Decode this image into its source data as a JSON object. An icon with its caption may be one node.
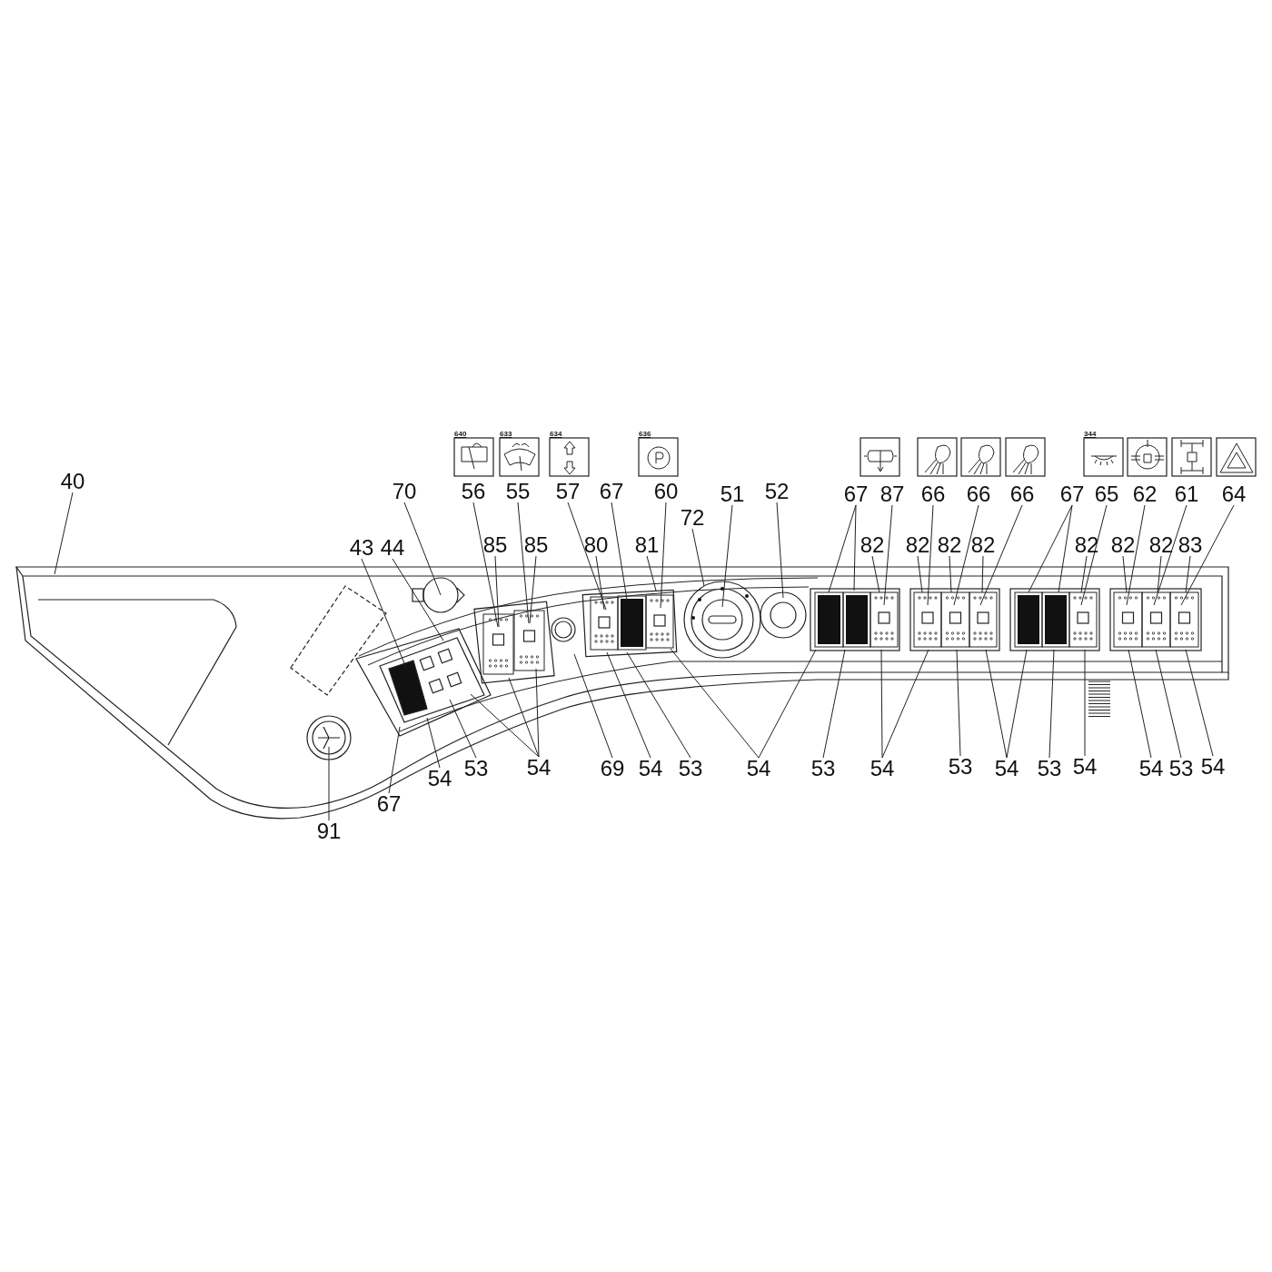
{
  "diagram": {
    "nodes": [
      {
        "text": [
          "40"
        ]
      },
      {
        "text": [
          "70"
        ]
      },
      {
        "text": [
          "56"
        ]
      },
      {
        "text": [
          "55"
        ]
      },
      {
        "text": [
          "57"
        ]
      },
      {
        "text": [
          "67"
        ]
      },
      {
        "text": [
          "60"
        ]
      },
      {
        "text": [
          "51"
        ]
      },
      {
        "text": [
          "52"
        ]
      },
      {
        "text": [
          "67"
        ]
      },
      {
        "text": [
          "87"
        ]
      },
      {
        "text": [
          "66"
        ]
      },
      {
        "text": [
          "66"
        ]
      },
      {
        "text": [
          "66"
        ]
      },
      {
        "text": [
          "67"
        ]
      },
      {
        "text": [
          "65"
        ]
      },
      {
        "text": [
          "62"
        ]
      },
      {
        "text": [
          "61"
        ]
      },
      {
        "text": [
          "64"
        ]
      },
      {
        "text": [
          "72"
        ]
      },
      {
        "text": [
          "43"
        ]
      },
      {
        "text": [
          "44"
        ]
      },
      {
        "text": [
          "85"
        ]
      },
      {
        "text": [
          "85"
        ]
      },
      {
        "text": [
          "80"
        ]
      },
      {
        "text": [
          "81"
        ]
      },
      {
        "text": [
          "82"
        ]
      },
      {
        "text": [
          "82"
        ]
      },
      {
        "text": [
          "82"
        ]
      },
      {
        "text": [
          "82"
        ]
      },
      {
        "text": [
          "82"
        ]
      },
      {
        "text": [
          "82"
        ]
      },
      {
        "text": [
          "82"
        ]
      },
      {
        "text": [
          "83"
        ]
      },
      {
        "text": [
          "54"
        ]
      },
      {
        "text": [
          "53"
        ]
      },
      {
        "text": [
          "54"
        ]
      },
      {
        "text": [
          "69"
        ]
      },
      {
        "text": [
          "54"
        ]
      },
      {
        "text": [
          "53"
        ]
      },
      {
        "text": [
          "54"
        ]
      },
      {
        "text": [
          "53"
        ]
      },
      {
        "text": [
          "54"
        ]
      },
      {
        "text": [
          "53"
        ]
      },
      {
        "text": [
          "54"
        ]
      },
      {
        "text": [
          "53"
        ]
      },
      {
        "text": [
          "54"
        ]
      },
      {
        "text": [
          "54"
        ]
      },
      {
        "text": [
          "53"
        ]
      },
      {
        "text": [
          "54"
        ]
      },
      {
        "text": [
          "67"
        ]
      },
      {
        "text": [
          "91"
        ]
      }
    ],
    "edges": [
      {
        "from": 0,
        "to": null,
        "arrow": "none"
      },
      {
        "from": 1,
        "to": null,
        "arrow": "none"
      },
      {
        "from": 2,
        "to": null,
        "arrow": "none"
      },
      {
        "from": 3,
        "to": null,
        "arrow": "none"
      },
      {
        "from": 4,
        "to": null,
        "arrow": "none"
      },
      {
        "from": 5,
        "to": null,
        "arrow": "none"
      },
      {
        "from": 6,
        "to": null,
        "arrow": "none"
      },
      {
        "from": 7,
        "to": null,
        "arrow": "none"
      },
      {
        "from": 8,
        "to": null,
        "arrow": "none"
      },
      {
        "from": 9,
        "to": null,
        "arrow": "none"
      },
      {
        "from": 9,
        "to": null,
        "arrow": "none"
      },
      {
        "from": 10,
        "to": null,
        "arrow": "none"
      },
      {
        "from": 11,
        "to": null,
        "arrow": "none"
      },
      {
        "from": 12,
        "to": null,
        "arrow": "none"
      },
      {
        "from": 13,
        "to": null,
        "arrow": "none"
      },
      {
        "from": 14,
        "to": null,
        "arrow": "none"
      },
      {
        "from": 14,
        "to": null,
        "arrow": "none"
      },
      {
        "from": 15,
        "to": null,
        "arrow": "none"
      },
      {
        "from": 16,
        "to": null,
        "arrow": "none"
      },
      {
        "from": 17,
        "to": null,
        "arrow": "none"
      },
      {
        "from": 18,
        "to": null,
        "arrow": "none"
      },
      {
        "from": 19,
        "to": null,
        "arrow": "none"
      },
      {
        "from": 20,
        "to": null,
        "arrow": "none"
      },
      {
        "from": 21,
        "to": null,
        "arrow": "none"
      },
      {
        "from": 22,
        "to": null,
        "arrow": "none"
      },
      {
        "from": 23,
        "to": null,
        "arrow": "none"
      },
      {
        "from": 24,
        "to": null,
        "arrow": "none"
      },
      {
        "from": 25,
        "to": null,
        "arrow": "none"
      },
      {
        "from": 26,
        "to": null,
        "arrow": "none"
      },
      {
        "from": 27,
        "to": null,
        "arrow": "none"
      },
      {
        "from": 28,
        "to": null,
        "arrow": "none"
      },
      {
        "from": 29,
        "to": null,
        "arrow": "none"
      },
      {
        "from": 30,
        "to": null,
        "arrow": "none"
      },
      {
        "from": 31,
        "to": null,
        "arrow": "none"
      },
      {
        "from": 32,
        "to": null,
        "arrow": "none"
      },
      {
        "from": 33,
        "to": null,
        "arrow": "none"
      },
      {
        "from": 34,
        "to": null,
        "arrow": "none"
      },
      {
        "from": 35,
        "to": null,
        "arrow": "none"
      },
      {
        "from": 36,
        "to": null,
        "arrow": "none"
      },
      {
        "from": 36,
        "to": null,
        "arrow": "none"
      },
      {
        "from": 36,
        "to": null,
        "arrow": "none"
      },
      {
        "from": 37,
        "to": null,
        "arrow": "none"
      },
      {
        "from": 38,
        "to": null,
        "arrow": "none"
      },
      {
        "from": 39,
        "to": null,
        "arrow": "none"
      },
      {
        "from": 40,
        "to": null,
        "arrow": "none"
      },
      {
        "from": 40,
        "to": null,
        "arrow": "none"
      },
      {
        "from": 41,
        "to": null,
        "arrow": "none"
      },
      {
        "from": 42,
        "to": null,
        "arrow": "none"
      },
      {
        "from": 42,
        "to": null,
        "arrow": "none"
      },
      {
        "from": 43,
        "to": null,
        "arrow": "none"
      },
      {
        "from": 44,
        "to": null,
        "arrow": "none"
      },
      {
        "from": 44,
        "to": null,
        "arrow": "none"
      },
      {
        "from": 45,
        "to": null,
        "arrow": "none"
      },
      {
        "from": 46,
        "to": null,
        "arrow": "none"
      },
      {
        "from": 47,
        "to": null,
        "arrow": "none"
      },
      {
        "from": 48,
        "to": null,
        "arrow": "none"
      },
      {
        "from": 49,
        "to": null,
        "arrow": "none"
      },
      {
        "from": 50,
        "to": null,
        "arrow": "none"
      },
      {
        "from": 51,
        "to": null,
        "arrow": "none"
      }
    ],
    "labels": [
      "640",
      "633",
      "634",
      "636",
      "344"
    ]
  }
}
